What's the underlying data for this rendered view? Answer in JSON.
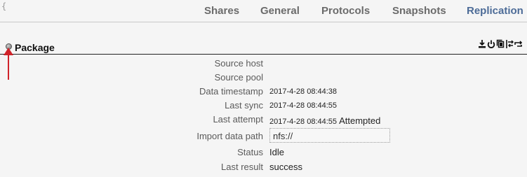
{
  "decor": {
    "brace": "{"
  },
  "tabs": [
    {
      "label": "Shares",
      "active": false
    },
    {
      "label": "General",
      "active": false
    },
    {
      "label": "Protocols",
      "active": false
    },
    {
      "label": "Snapshots",
      "active": false
    },
    {
      "label": "Replication",
      "active": true
    }
  ],
  "section": {
    "title": "Package",
    "actions": [
      "download-icon",
      "power-icon",
      "copy-icon",
      "swap-icon",
      "rotate-icon"
    ]
  },
  "fields": {
    "source_host": {
      "label": "Source host",
      "value": ""
    },
    "source_pool": {
      "label": "Source pool",
      "value": ""
    },
    "data_timestamp": {
      "label": "Data timestamp",
      "value": "2017-4-28 08:44:38"
    },
    "last_sync": {
      "label": "Last sync",
      "value": "2017-4-28 08:44:55"
    },
    "last_attempt": {
      "label": "Last attempt",
      "value": "2017-4-28 08:44:55",
      "extra": "Attempted"
    },
    "import_data_path": {
      "label": "Import data path",
      "value": "nfs://"
    },
    "status": {
      "label": "Status",
      "value": "Idle"
    },
    "last_result": {
      "label": "Last result",
      "value": "success"
    }
  },
  "colors": {
    "active_tab": "#4c6b97",
    "arrow": "#d0232a"
  }
}
